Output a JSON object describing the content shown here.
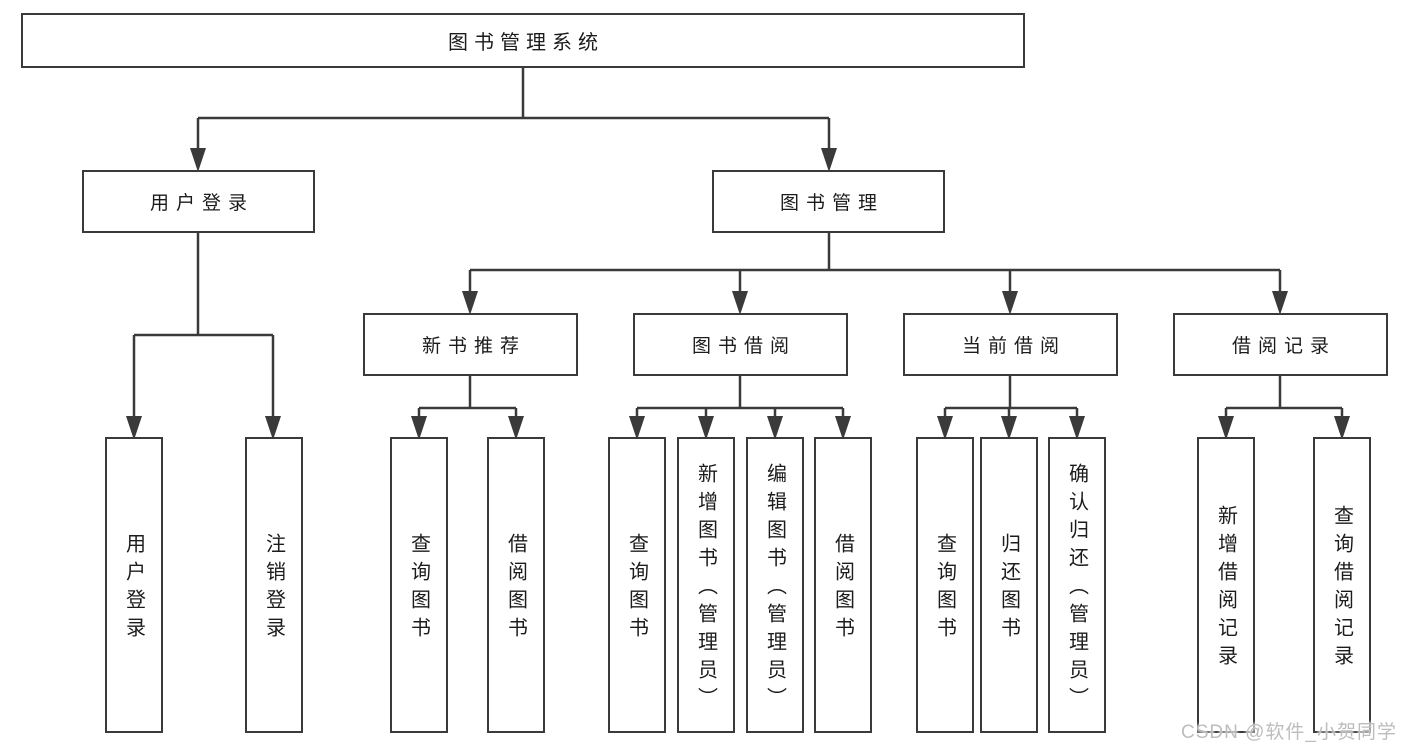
{
  "nodes": {
    "root": "图书管理系统",
    "login": "用户登录",
    "manage": "图书管理",
    "login_children": [
      "用户登录",
      "注销登录"
    ],
    "recommend": "新书推荐",
    "borrow": "图书借阅",
    "current": "当前借阅",
    "records": "借阅记录",
    "recommend_children": [
      "查询图书",
      "借阅图书"
    ],
    "borrow_children": [
      "查询图书",
      "新增图书（管理员）",
      "编辑图书（管理员）",
      "借阅图书"
    ],
    "current_children": [
      "查询图书",
      "归还图书",
      "确认归还（管理员）"
    ],
    "records_children": [
      "新增借阅记录",
      "查询借阅记录"
    ]
  },
  "watermark": "CSDN @软件_小贺同学",
  "colors": {
    "line": "#3a3a3a",
    "text": "#1c1c1c",
    "background": "#ffffff",
    "watermark": "#bdbdbd"
  }
}
